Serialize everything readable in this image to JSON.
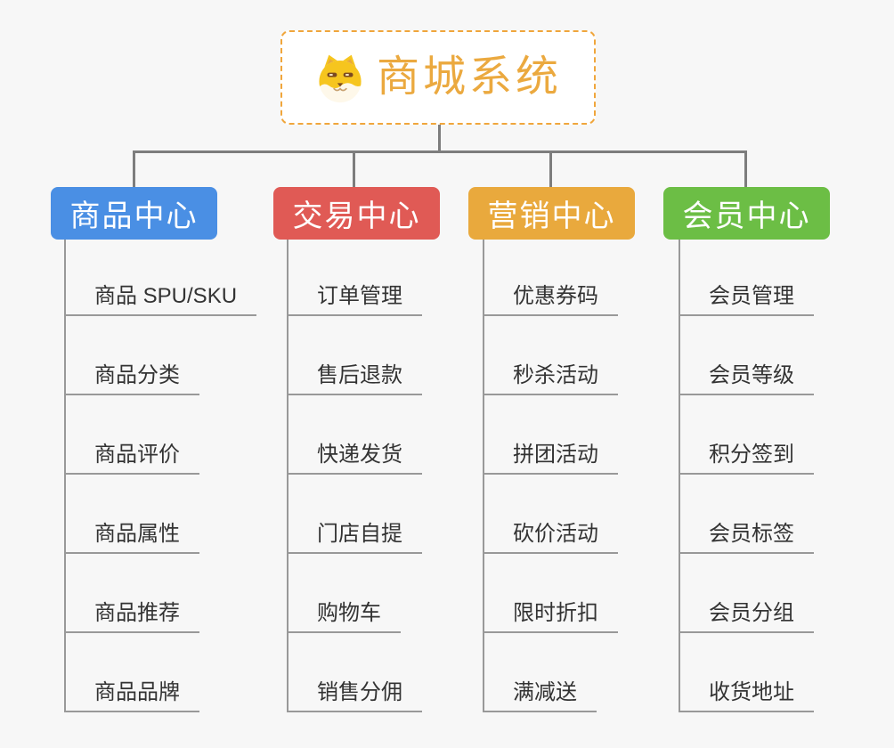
{
  "page": {
    "background": "#f7f7f7",
    "connector_color": "#7d7d7d",
    "underline_color": "#999999",
    "leaf_text_color": "#333333"
  },
  "root": {
    "title": "商城系统",
    "icon": "dog-face-icon",
    "text_color": "#eba93f",
    "border_color": "#f0a63c",
    "background": "#ffffff"
  },
  "branches": [
    {
      "label": "商品中心",
      "color": "#4a8fe4",
      "children": [
        "商品 SPU/SKU",
        "商品分类",
        "商品评价",
        "商品属性",
        "商品推荐",
        "商品品牌"
      ]
    },
    {
      "label": "交易中心",
      "color": "#e05a55",
      "children": [
        "订单管理",
        "售后退款",
        "快递发货",
        "门店自提",
        "购物车",
        "销售分佣"
      ]
    },
    {
      "label": "营销中心",
      "color": "#e9a93d",
      "children": [
        "优惠券码",
        "秒杀活动",
        "拼团活动",
        "砍价活动",
        "限时折扣",
        "满减送"
      ]
    },
    {
      "label": "会员中心",
      "color": "#6cbe45",
      "children": [
        "会员管理",
        "会员等级",
        "积分签到",
        "会员标签",
        "会员分组",
        "收货地址"
      ]
    }
  ]
}
